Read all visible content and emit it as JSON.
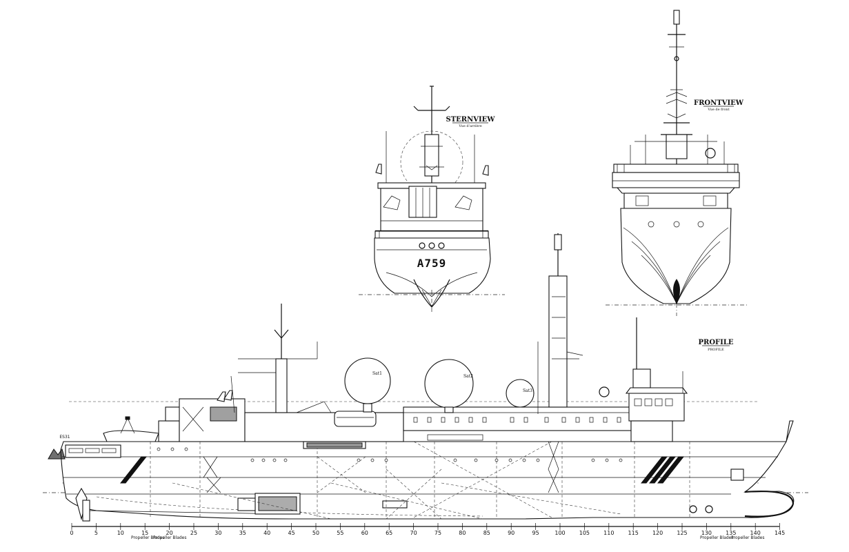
{
  "stern_view": {
    "title": "STERNVIEW",
    "subtitle": "Vue d'arrière",
    "pennant": "A759"
  },
  "front_view": {
    "title": "FRONTVIEW",
    "subtitle": "Vue de front"
  },
  "profile": {
    "title": "PROFILE",
    "subtitle": "PROFILE",
    "stern_label": "ES31",
    "domes": [
      "Sat1",
      "Sat2",
      "Sat3"
    ],
    "propeller_labels": [
      "Propeller Blades",
      "Propeller Blades",
      "Propeller Blades",
      "Propeller Blades"
    ]
  },
  "frame_scale": [
    "0",
    "5",
    "10",
    "15",
    "20",
    "25",
    "30",
    "35",
    "40",
    "45",
    "50",
    "55",
    "60",
    "65",
    "70",
    "75",
    "80",
    "85",
    "90",
    "95",
    "100",
    "105",
    "110",
    "115",
    "120",
    "125",
    "130",
    "135",
    "140",
    "145"
  ]
}
